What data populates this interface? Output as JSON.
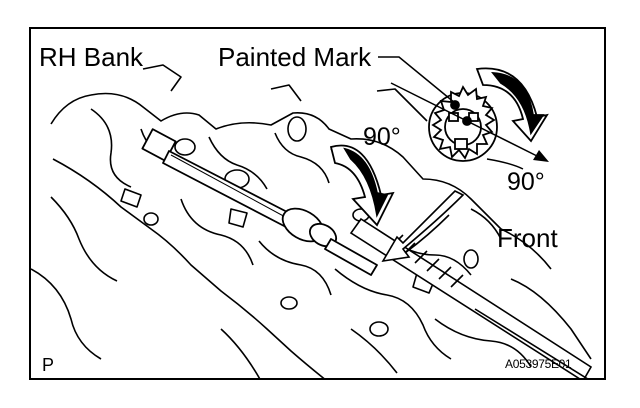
{
  "labels": {
    "bank": "RH Bank",
    "painted_mark": "Painted Mark",
    "angle_wrench": "90°",
    "angle_gear": "90°",
    "direction": "Front",
    "corner_letter": "P",
    "figure_code": "A053975E01"
  }
}
